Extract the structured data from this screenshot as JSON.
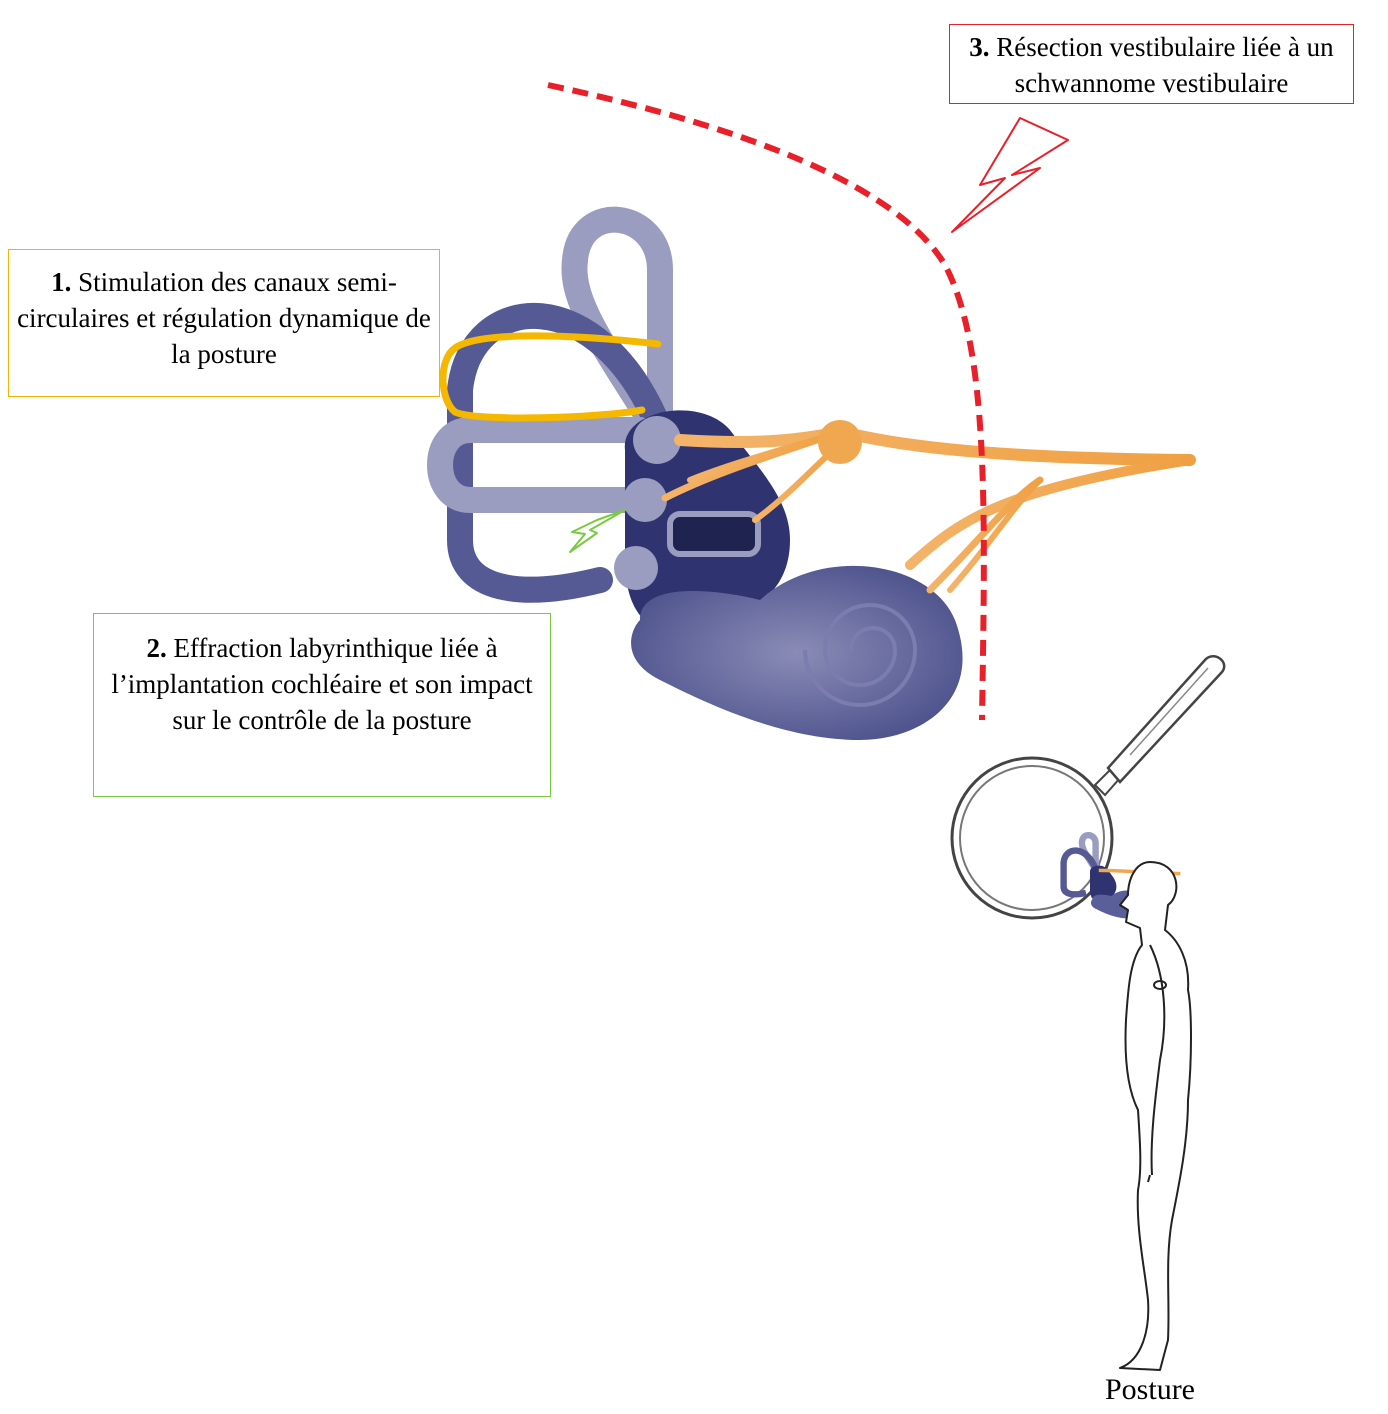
{
  "labels": {
    "box1": {
      "number": "1.",
      "text": "Stimulation des canaux semi-circulaires et régulation dynamique de la posture"
    },
    "box2": {
      "number": "2.",
      "text": "Effraction labyrinthique liée à l’implantation cochléaire et son impact sur le contrôle de la posture"
    },
    "box3": {
      "number": "3.",
      "text": "Résection vestibulaire liée à un schwannome vestibulaire"
    }
  },
  "caption": {
    "posture": "Posture"
  },
  "colors": {
    "label1_border": "#f2b400",
    "label2_border": "#7ac943",
    "label3_border": "#e8202a",
    "labyrinth_dark": "#3a3f7a",
    "labyrinth_light": "#9a9cc0",
    "nerve": "#f0a850",
    "highlight_canal": "#f5b800",
    "resection_line": "#e8202a",
    "lightning_green": "#7ac943"
  },
  "icons": [
    "red-lightning-icon",
    "green-lightning-icon",
    "magnifier-icon",
    "human-figure-icon"
  ]
}
